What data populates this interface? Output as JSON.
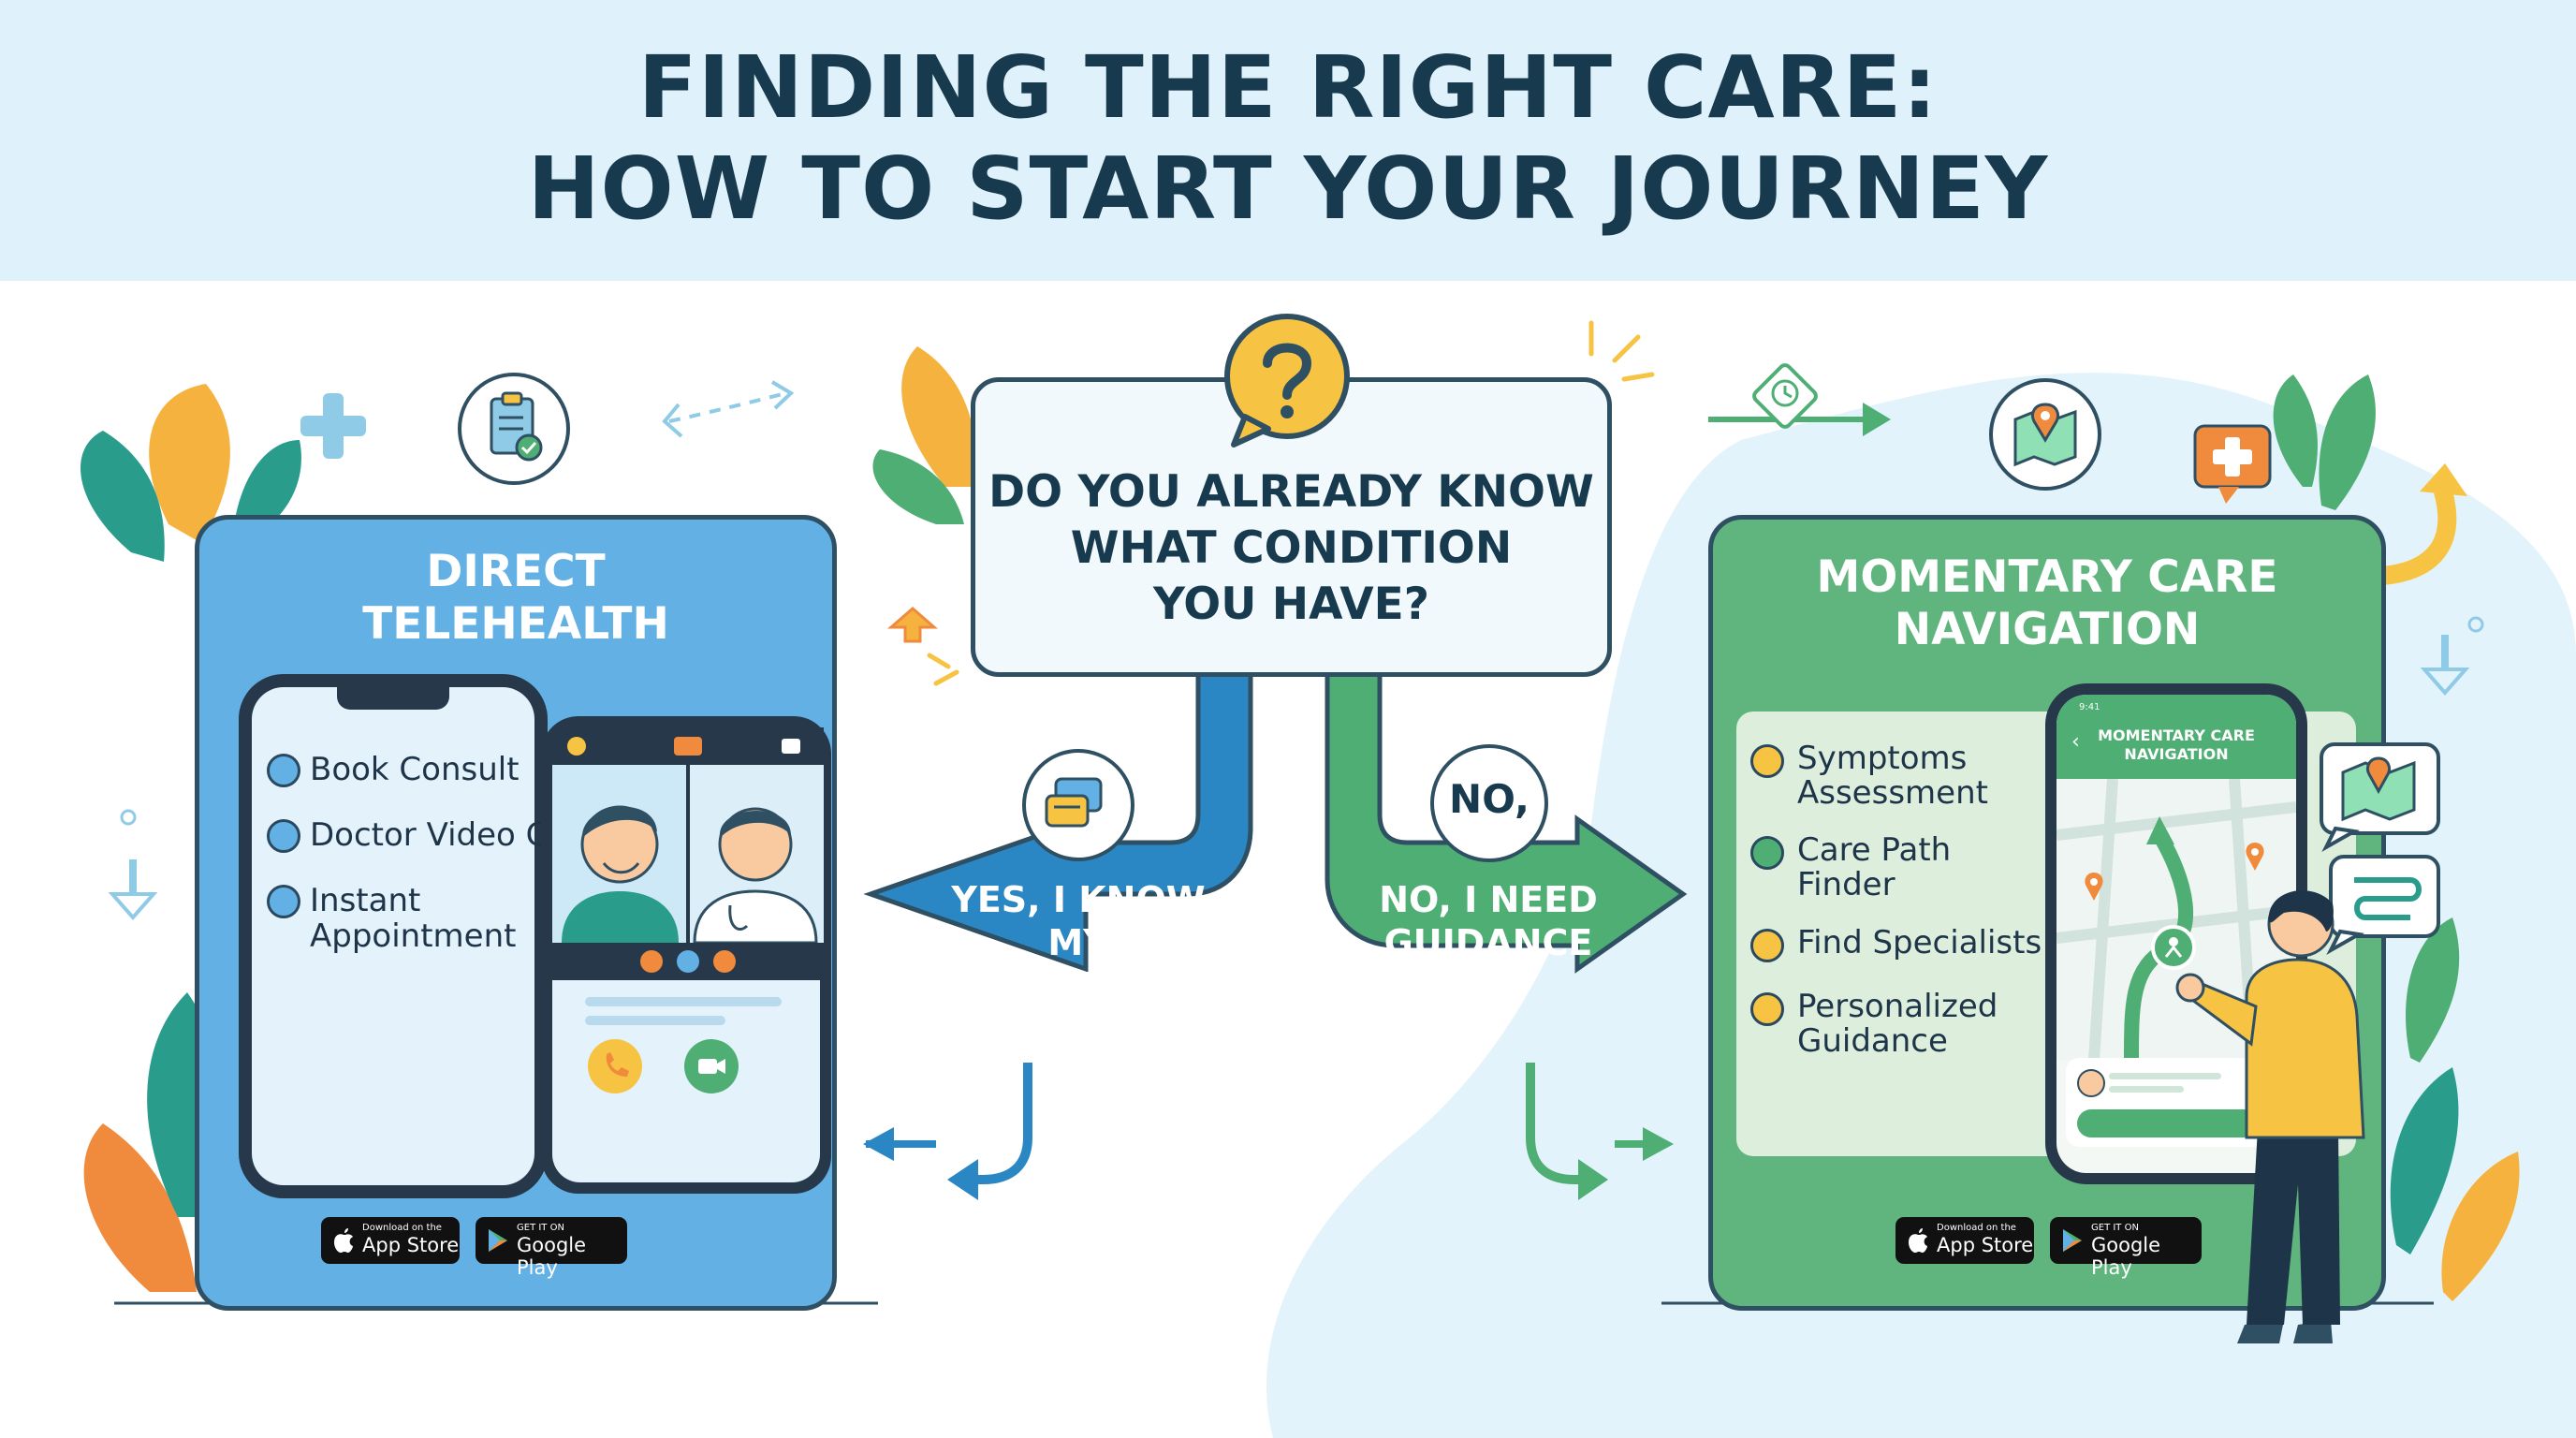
{
  "title": {
    "line1": "FINDING THE RIGHT CARE:",
    "line2": "HOW TO START YOUR JOURNEY"
  },
  "question": {
    "text": "DO YOU ALREADY KNOW WHAT CONDITION YOU HAVE?",
    "line1": "DO YOU ALREADY KNOW",
    "line2": "WHAT CONDITION",
    "line3": "YOU HAVE?"
  },
  "yes_path": {
    "line1": "YES, I KNOW",
    "line2": "MY DIAGNOSIS"
  },
  "no_path": {
    "badge": "NO,",
    "line1": "NO, I NEED",
    "line2": "GUIDANCE"
  },
  "left_panel": {
    "title_line1": "DIRECT",
    "title_line2": "TELEHEALTH",
    "features": [
      "Book Consult",
      "Doctor Video Call",
      "Instant",
      "Appointment"
    ]
  },
  "right_panel": {
    "title_line1": "MOMENTARY CARE",
    "title_line2": "NAVIGATION",
    "phone_header_line1": "MOMENTARY CARE",
    "phone_header_line2": "NAVIGATION",
    "phone_time": "9:41",
    "features": [
      "Symptoms",
      "Assessment",
      "Care Path",
      "Finder",
      "Find Specialists",
      "Personalized",
      "Guidance"
    ]
  },
  "badges": {
    "apple_small": "Download on the",
    "apple_large": "App Store",
    "google_small": "GET IT ON",
    "google_large": "Google Play"
  },
  "colors": {
    "header_bg": "#dff1fa",
    "navy": "#173a4e",
    "telehealth_blue": "#62b0e4",
    "navigation_green": "#5fb57d",
    "yes_arrow": "#2b86c4",
    "no_arrow": "#4fae73",
    "accent_yellow": "#f6c343",
    "accent_orange": "#f08a3c"
  }
}
